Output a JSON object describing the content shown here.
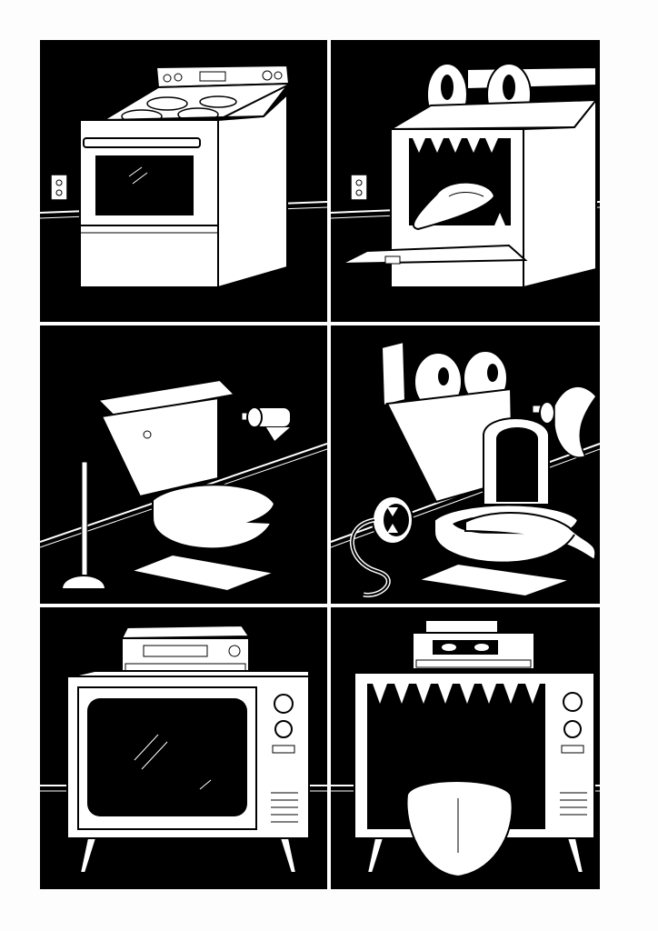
{
  "page": {
    "background_color": "#fdfdfd",
    "ink_color": "#000000",
    "paper_color": "#ffffff"
  },
  "panels": [
    {
      "subject": "stove",
      "state": "normal"
    },
    {
      "subject": "stove",
      "state": "monster"
    },
    {
      "subject": "toilet",
      "state": "normal"
    },
    {
      "subject": "toilet",
      "state": "monster"
    },
    {
      "subject": "television",
      "state": "normal"
    },
    {
      "subject": "television",
      "state": "monster"
    }
  ],
  "icons": [
    "stove-icon",
    "outlet-icon",
    "oven-window-icon",
    "toilet-icon",
    "plunger-icon",
    "toilet-paper-icon",
    "television-icon",
    "vcr-icon",
    "eye-icon",
    "tongue-icon",
    "teeth-icon"
  ]
}
